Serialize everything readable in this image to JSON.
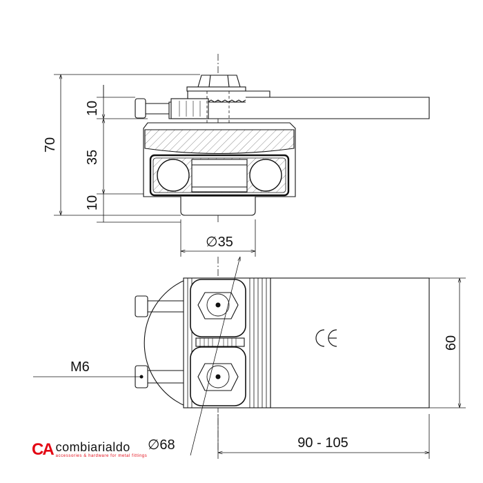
{
  "dimensions": {
    "height_total": "70",
    "height_top": "10",
    "height_mid": "35",
    "height_bottom": "10",
    "wheel_diameter": "∅35",
    "width": "60",
    "thread": "M6",
    "body_diameter": "∅68",
    "length": "90 - 105"
  },
  "brand": {
    "logo_mark": "CA",
    "name": "combiarialdo",
    "tagline": "accessories & hardware for metal fittings",
    "accent_color": "#e30613"
  }
}
